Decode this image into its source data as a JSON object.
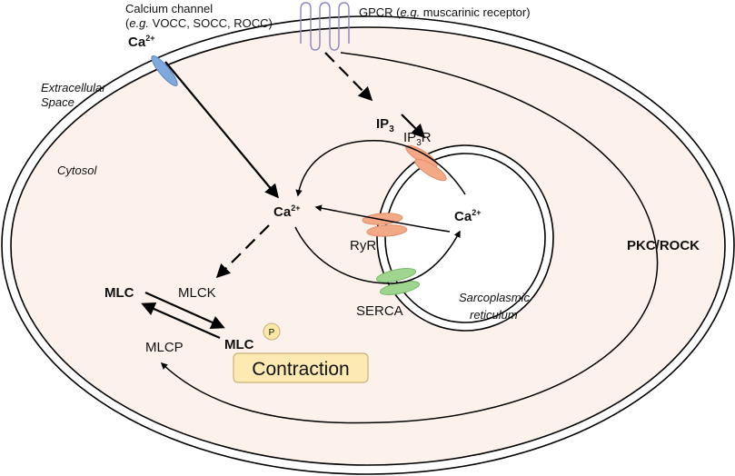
{
  "labels": {
    "calcium_channel_line1": "Calcium channel",
    "calcium_channel_eg": "e.g.",
    "calcium_channel_rest": " VOCC, SOCC, ROCC)",
    "calcium_channel_open": "(",
    "ca_outside": "Ca",
    "ca_charge": "2+",
    "gpcr": "GPCR (",
    "gpcr_eg": "e.g.",
    "gpcr_rest": " muscarinic receptor)",
    "extracellular_1": "Extracellular",
    "extracellular_2": "Space",
    "cytosol": "Cytosol",
    "ip3": "IP",
    "ip3_sub": "3",
    "ip3r": "IP",
    "ip3r_sub": "3",
    "ip3r_r": "R",
    "ca_cytosol": "Ca",
    "ca_sr": "Ca",
    "ryr": "RyR",
    "serca": "SERCA",
    "sr_1": "Sarcoplasmic",
    "sr_2": "reticulum",
    "pkc_rock": "PKC/ROCK",
    "mlc": "MLC",
    "mlck": "MLCK",
    "mlc_p": "MLC",
    "phospho": "P",
    "mlcp": "MLCP",
    "contraction": "Contraction"
  },
  "colors": {
    "cytosol_fill": "#fdf1ec",
    "calcium_channel": "#7fa8dc",
    "calcium_channel_stroke": "#5a86c2",
    "gpcr_stroke": "#8a86c2",
    "ryr_ip3r": "#f3a886",
    "serca": "#9fd68f",
    "contraction_fill": "#fdeab2",
    "contraction_stroke": "#c9b07a",
    "phospho_fill": "#fbe8a6"
  }
}
